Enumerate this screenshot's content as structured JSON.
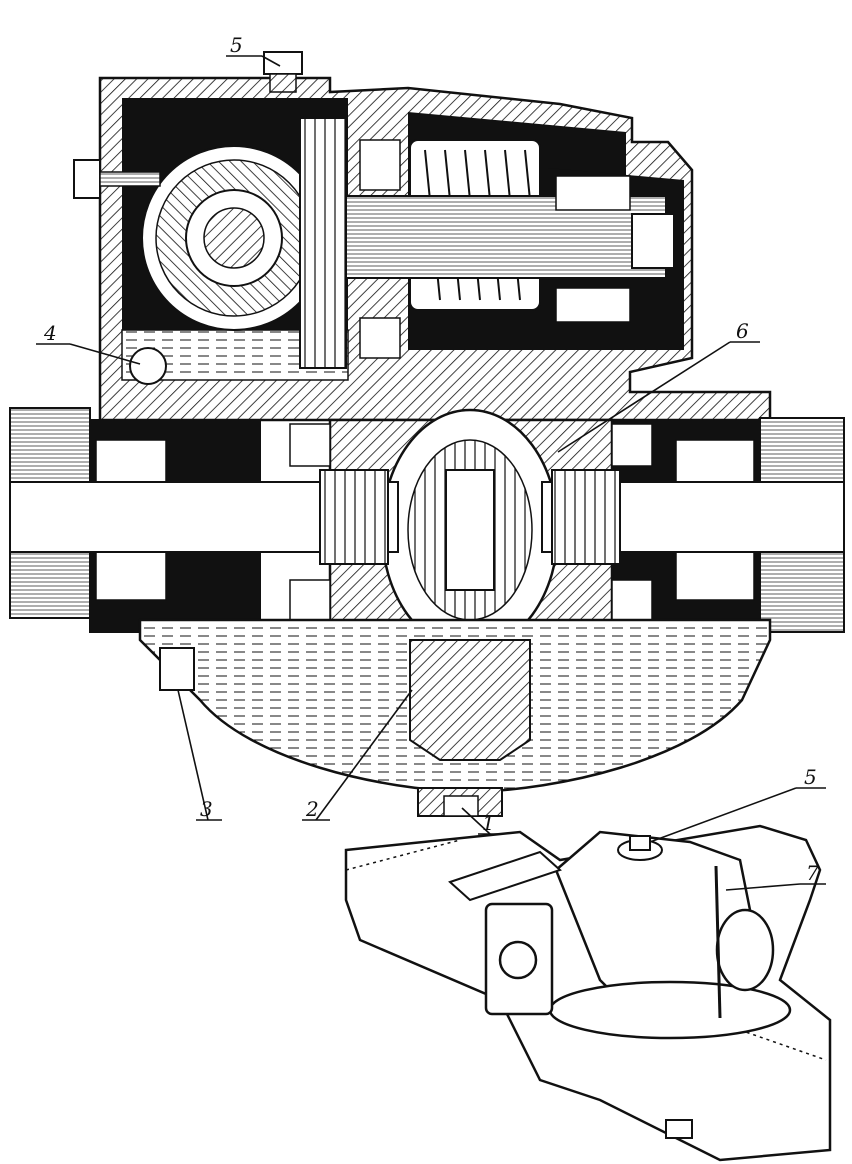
{
  "diagram": {
    "callouts": [
      {
        "id": "callout-1",
        "label": "1"
      },
      {
        "id": "callout-2",
        "label": "2"
      },
      {
        "id": "callout-3",
        "label": "3"
      },
      {
        "id": "callout-4",
        "label": "4"
      },
      {
        "id": "callout-5-top",
        "label": "5"
      },
      {
        "id": "callout-5-bottom",
        "label": "5"
      },
      {
        "id": "callout-6",
        "label": "6"
      },
      {
        "id": "callout-7",
        "label": "7"
      }
    ]
  }
}
